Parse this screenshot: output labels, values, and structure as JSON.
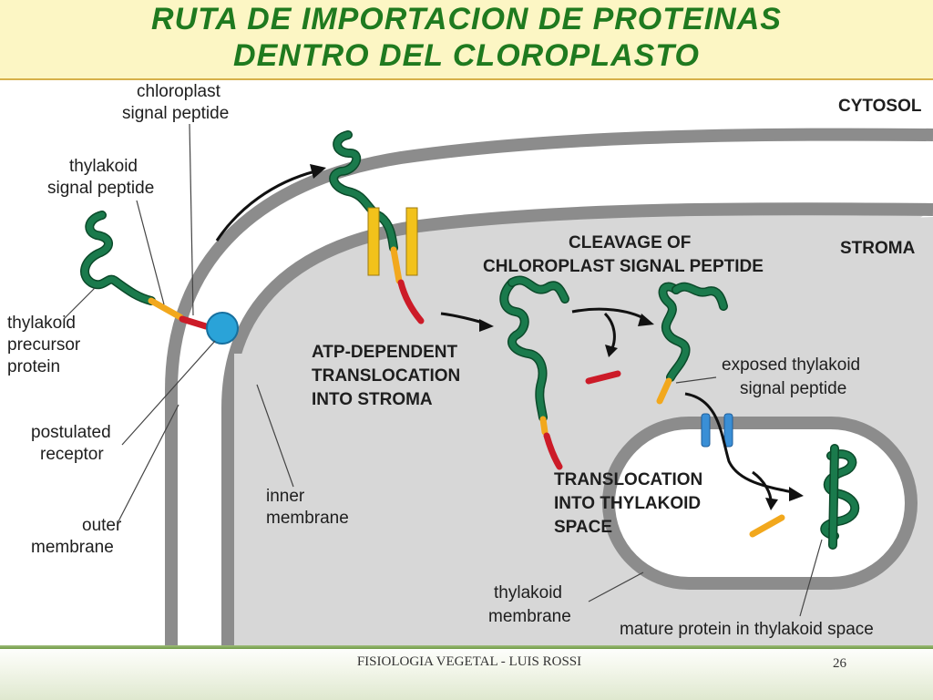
{
  "title": {
    "line1": "RUTA DE IMPORTACION DE PROTEINAS",
    "line2": "DENTRO DEL CLOROPLASTO"
  },
  "labels": {
    "chloroplast_signal_peptide": [
      "chloroplast",
      "signal peptide"
    ],
    "thylakoid_signal_peptide": [
      "thylakoid",
      "signal peptide"
    ],
    "thylakoid_precursor_protein": [
      "thylakoid",
      "precursor",
      "protein"
    ],
    "postulated_receptor": [
      "postulated",
      "receptor"
    ],
    "outer_membrane": [
      "outer",
      "membrane"
    ],
    "inner_membrane": [
      "inner",
      "membrane"
    ],
    "cytosol": "CYTOSOL",
    "stroma": "STROMA",
    "cleavage": [
      "CLEAVAGE OF",
      "CHLOROPLAST SIGNAL PEPTIDE"
    ],
    "atp_translocation": [
      "ATP-DEPENDENT",
      "TRANSLOCATION",
      "INTO STROMA"
    ],
    "exposed_thylakoid_signal_peptide": [
      "exposed thylakoid",
      "signal peptide"
    ],
    "translocation_thylakoid": [
      "TRANSLOCATION",
      "INTO THYLAKOID",
      "SPACE"
    ],
    "thylakoid_membrane": [
      "thylakoid",
      "membrane"
    ],
    "mature_protein": "mature protein in thylakoid space"
  },
  "footer": {
    "text": "FISIOLOGIA VEGETAL - LUIS ROSSI",
    "page": "26"
  },
  "colors": {
    "title_text": "#1f7a1f",
    "title_bg": "#fcf6c4",
    "protein_green": "#1a7a4c",
    "thylakoid_signal_orange": "#f2a81d",
    "chloroplast_signal_red": "#cc1b28",
    "receptor_blue": "#2aa3d8",
    "channel_yellow": "#f2c21b",
    "thylakoid_channel_blue": "#3a8fd6",
    "membrane_gray": "#8c8c8c",
    "stroma_gray": "#d7d7d7"
  }
}
